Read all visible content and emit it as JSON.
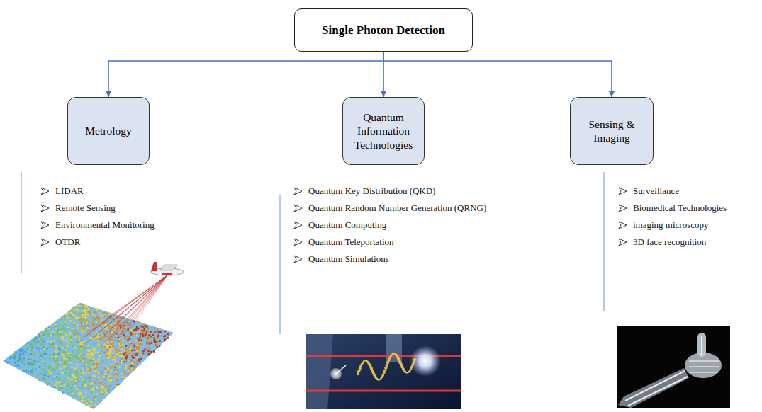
{
  "diagram": {
    "nodes": [
      {
        "text": [
          "Single Photon Detection"
        ]
      },
      {
        "text": [
          "Metrology"
        ]
      },
      {
        "text": [
          "Quantum Information Technologies"
        ]
      },
      {
        "text": [
          "Sensing & Imaging"
        ]
      }
    ],
    "edges": [
      {
        "from": 0,
        "to": 1,
        "arrow": "to"
      },
      {
        "from": 0,
        "to": 2,
        "arrow": "to"
      },
      {
        "from": 0,
        "to": 3,
        "arrow": "to"
      }
    ],
    "labels": [
      "LIDAR",
      "Remote Sensing",
      "Environmental Monitoring",
      "OTDR",
      "Quantum Key Distribution (QKD)",
      "Quantum Random Number Generation (QRNG)",
      "Quantum Computing",
      "Quantum Teleportation",
      "Quantum Simulations",
      "Surveillance",
      "Biomedical Technologies",
      "imaging microscopy",
      "3D face recognition"
    ]
  }
}
